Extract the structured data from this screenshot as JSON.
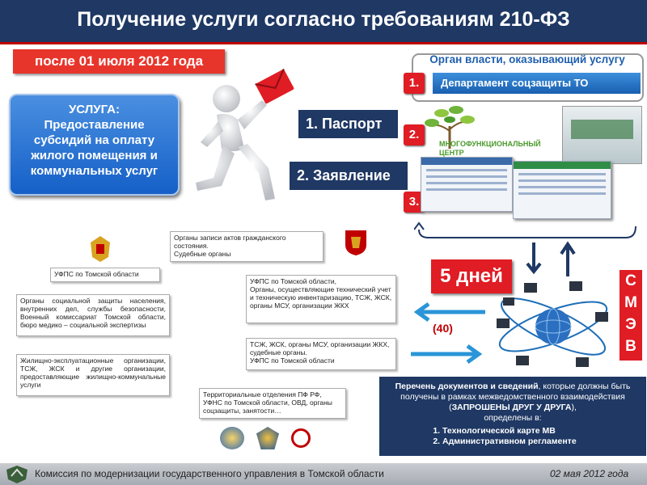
{
  "header": {
    "title": "Получение услуги согласно требованиям 210-ФЗ"
  },
  "date_banner": "после 01 июля 2012 года",
  "service": {
    "heading": "УСЛУГА:",
    "lines": [
      "Предоставление",
      "субсидий на оплату",
      "жилого помещения и",
      "коммунальных услуг"
    ]
  },
  "authority": {
    "title": "Орган власти, оказывающий услугу",
    "department": "Департамент соцзащиты ТО"
  },
  "steps": [
    "1.",
    "2.",
    "3."
  ],
  "documents": [
    "1. Паспорт",
    "2. Заявление"
  ],
  "mfc": {
    "line1": "МНОГОФУНКЦИОНАЛЬНЫЙ",
    "line2": "ЦЕНТР"
  },
  "agencies": [
    "Органы записи актов гражданского состояния.\nСудебные органы",
    "УФПС по Томской области",
    "Органы социальной защиты населения, внутренних дел, службы безопасности, Военный комиссариат Томской области, бюро медико – социальной экспертизы",
    "УФПС по Томской области,\nОрганы, осуществляющие технический учет и техническую инвентаризацию, ТСЖ, ЖСК, органы МСУ, организации ЖКХ",
    "ТСЖ, ЖСК, органы МСУ, организации ЖКХ, судебные органы.\nУФПС по Томской области",
    "Жилищно-эксплуатационные организации, ТСЖ, ЖСК и другие организации, предоставляющие жилищно-коммунальные услуги",
    "Территориальные отделения ПФ РФ, УФНС по Томской области, ОВД, органы соцзащиты, занятости…"
  ],
  "timing": {
    "days": "5 дней",
    "forty": "(40)"
  },
  "smev": [
    "С",
    "М",
    "Э",
    "В"
  ],
  "docs_panel": {
    "intro_bold": "Перечень документов и сведений",
    "intro_rest": ", которые должны быть получены в рамках межведомственного взаимодействия (",
    "intro_caps": "ЗАПРОШЕНЫ ДРУГ У ДРУГА",
    "intro_end": "),",
    "determined": "определены в:",
    "items": [
      "Технологической карте МВ",
      "Административном регламенте"
    ]
  },
  "footer": {
    "left": "Комиссия по модернизации государственного управления в Томской области",
    "right": "02 мая 2012 года"
  },
  "colors": {
    "navy": "#1f3864",
    "red": "#e01c24",
    "blue": "#1a5fb0",
    "green": "#4a9a2b"
  }
}
